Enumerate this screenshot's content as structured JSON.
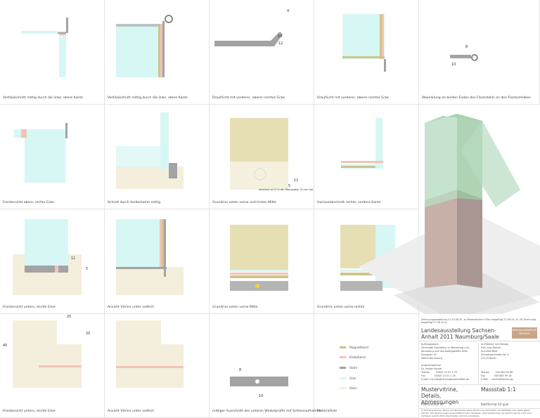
{
  "colors": {
    "glass": "#d7f7f5",
    "stone": "#f4eedc",
    "magnet": "#cfc48a",
    "adhesive": "#f2c3b5",
    "steel": "#a3a3a3"
  },
  "captions": [
    "Vertikalschnitt mittig durch die linke, obere Kante",
    "Vertikalschnitt mittig durch die linke, obere Kante",
    "Draufsicht mit vorderer, oberer rechten Ecke",
    "Draufsicht mit vorderer, oberer rechter Ecke",
    "Abwinklung an beiden Enden des Flachstahls an den Frontscheiben",
    "Frontansicht obere, rechte Ecke",
    "Schnitt durch Vorderkante mittig",
    "Grundriss unten vorne und hinten Mitte",
    "Horizontalschnitt rechte, vordere Kante",
    "Frontansicht untere, rechte Ecke",
    "Ansicht Vitrine unten seitlich",
    "Grundriss unten vorne Mitte",
    "Grundriss unten vorne rechts",
    "Frontansicht untere, rechte Ecke",
    "Ansicht Vitrine unten seitlich",
    "mittiger Ausschnitt des unteren Winkelprofils mit Schlossaufnahme",
    "Materialliste"
  ],
  "dims": {
    "d4": "4",
    "d10": "10",
    "d12": "12",
    "d8": "8",
    "d10b": "10",
    "d11": "11",
    "d5": "5",
    "d25": "25",
    "d20": "20",
    "d40": "40",
    "d8b": "8",
    "d10c": "10",
    "d11b": "11",
    "d5b": "5"
  },
  "note_bore": "Sacklloch ø 11 in der Steinplatte 15 mm tief",
  "legend": [
    {
      "label": "Magnetband"
    },
    {
      "label": "Klebeband"
    },
    {
      "label": "Stahl"
    },
    {
      "label": "Glas"
    },
    {
      "label": "Stein"
    }
  ],
  "title_block": {
    "note": "Zeichnungserstellung 11.13.08.10, zu Materialliste in Plan eingefügt 27.08.10, Al. 16 Zeichnung eingefügt 27.08.10 js",
    "project": "Landesausstellung Sachsen-Anhalt 2011 Naumburg/Saale",
    "logo": "DER NAUMBURGER MEISTER",
    "client": [
      "Auftraggeberin",
      "Vereinigte Domstifter zu Merseburg und",
      "Naumburg und des Kollegiatstifts Zeitz",
      "Domplatz 19",
      "06618 Naumburg",
      "",
      "Ansprechpartner",
      "Dr. Holger Kunde",
      "Telefon        03445 23 01 1 25",
      "Fax            03445 23 01 1 30",
      "E-Mail h.kunde@vereinigtedomstifter.de"
    ],
    "architect": [
      "Architektur und Design",
      "Prof. Jürg Steiner",
      "Archifeld BDA",
      "Schwangerstraße Str. 6",
      "12119 Berlin",
      "",
      "",
      "",
      "Telefon        030 883 99 88",
      "Fax            030 883 99 18",
      "E-Mail     berlin@steiner.eg"
    ],
    "drawing_title": "Mustervitrine, Details, Abmessungen",
    "scale": "Massstab 1:1",
    "plan_number": "Plannummer 46",
    "sheet_format": "Blattformat A2 quer",
    "copyright": "© Prof. Jürg Steiner, Berlin und Wuppertal. Diese Zeichnung darf weder vervielfältigt noch weitergeben werden. Die Rechte liegen ausschließlich beim Verfasser, jede Verwendung der Zeichnung die nicht vom Verfasser ausdrücklich beschrieben wird ist unzulässig."
  }
}
